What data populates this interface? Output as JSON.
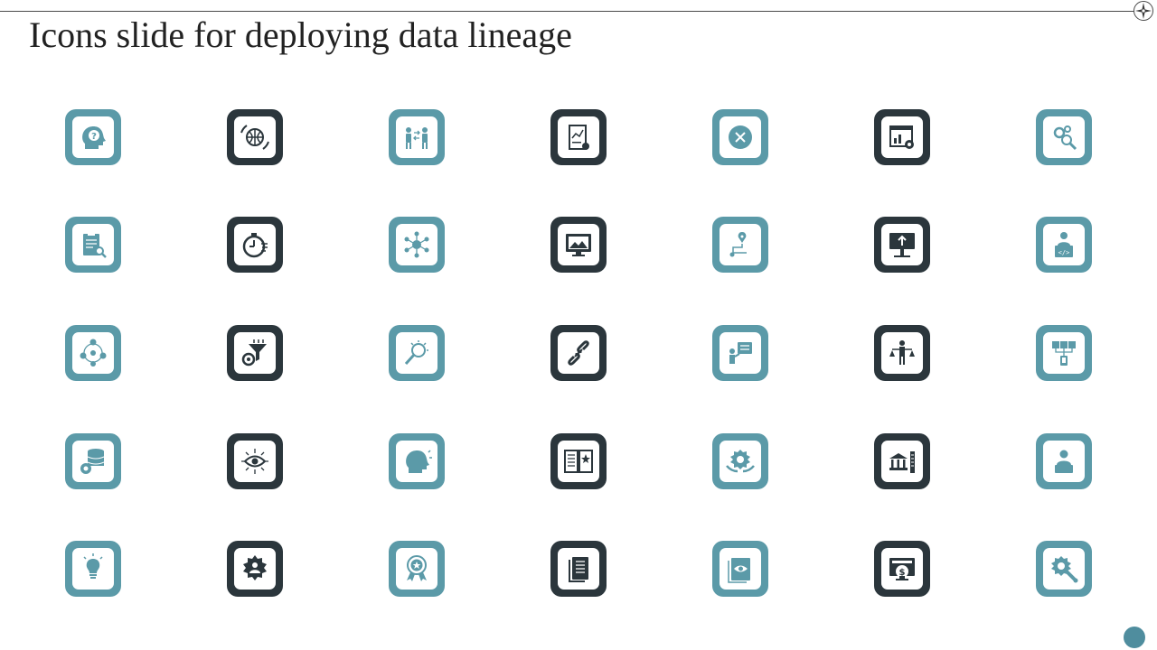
{
  "slide": {
    "title": "Icons slide for deploying data lineage"
  },
  "colors": {
    "teal": "#5b9aa8",
    "dark": "#2b363c",
    "accent_dot": "#4f8d9e"
  },
  "icons": [
    {
      "name": "head-question-icon",
      "frame": "teal"
    },
    {
      "name": "globe-arrows-icon",
      "frame": "dark"
    },
    {
      "name": "people-exchange-icon",
      "frame": "teal"
    },
    {
      "name": "document-chart-icon",
      "frame": "dark"
    },
    {
      "name": "close-circle-icon",
      "frame": "teal"
    },
    {
      "name": "dashboard-gear-icon",
      "frame": "dark"
    },
    {
      "name": "gears-search-icon",
      "frame": "teal"
    },
    {
      "name": "clipboard-search-icon",
      "frame": "teal"
    },
    {
      "name": "stopwatch-icon",
      "frame": "dark"
    },
    {
      "name": "network-hub-icon",
      "frame": "teal"
    },
    {
      "name": "monitor-image-icon",
      "frame": "dark"
    },
    {
      "name": "location-path-icon",
      "frame": "teal"
    },
    {
      "name": "billboard-upload-icon",
      "frame": "dark"
    },
    {
      "name": "user-code-icon",
      "frame": "teal"
    },
    {
      "name": "team-network-icon",
      "frame": "teal"
    },
    {
      "name": "gear-funnel-icon",
      "frame": "dark"
    },
    {
      "name": "magnifier-idea-icon",
      "frame": "teal"
    },
    {
      "name": "chain-link-icon",
      "frame": "dark"
    },
    {
      "name": "person-board-icon",
      "frame": "teal"
    },
    {
      "name": "person-balance-icon",
      "frame": "dark"
    },
    {
      "name": "servers-phone-icon",
      "frame": "teal"
    },
    {
      "name": "database-gear-icon",
      "frame": "teal"
    },
    {
      "name": "eye-network-icon",
      "frame": "dark"
    },
    {
      "name": "head-mind-icon",
      "frame": "teal"
    },
    {
      "name": "book-star-icon",
      "frame": "dark"
    },
    {
      "name": "gear-hands-icon",
      "frame": "teal"
    },
    {
      "name": "bank-tower-icon",
      "frame": "dark"
    },
    {
      "name": "user-desk-icon",
      "frame": "teal"
    },
    {
      "name": "lightbulb-icon",
      "frame": "teal"
    },
    {
      "name": "gear-user-icon",
      "frame": "dark"
    },
    {
      "name": "award-badge-icon",
      "frame": "teal"
    },
    {
      "name": "document-stack-icon",
      "frame": "dark"
    },
    {
      "name": "document-eye-icon",
      "frame": "teal"
    },
    {
      "name": "monitor-dollar-icon",
      "frame": "dark"
    },
    {
      "name": "gear-wrench-icon",
      "frame": "teal"
    }
  ]
}
